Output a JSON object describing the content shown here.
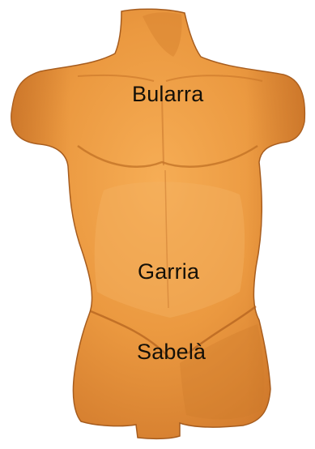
{
  "regions": {
    "chest": "Bularra",
    "abdomen": "Garria",
    "pelvis": "Sabelà"
  },
  "colors": {
    "skin_light": "#f2a44c",
    "skin_mid": "#e48f3a",
    "skin_shadow": "#c26f26",
    "outline": "#a65c1e",
    "label": "#141008"
  }
}
